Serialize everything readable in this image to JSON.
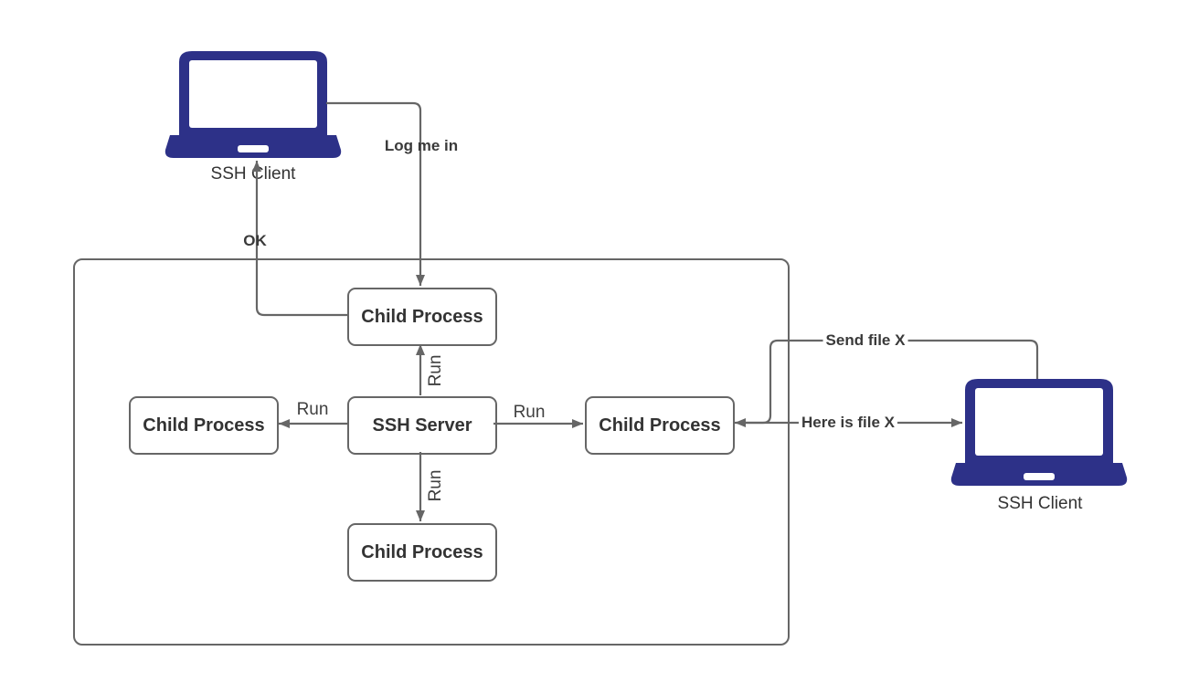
{
  "colors": {
    "laptop_fill": "#2d3188",
    "line": "#666666",
    "node_border": "#666666",
    "node_text": "#333333",
    "background": "#ffffff"
  },
  "icons": {
    "left_client": "laptop-icon",
    "right_client": "laptop-icon"
  },
  "nodes": {
    "child_top": {
      "label": "Child Process"
    },
    "child_left": {
      "label": "Child Process"
    },
    "child_right": {
      "label": "Child Process"
    },
    "child_bottom": {
      "label": "Child Process"
    },
    "server": {
      "label": "SSH Server"
    }
  },
  "clients": {
    "left": {
      "label": "SSH Client"
    },
    "right": {
      "label": "SSH Client"
    }
  },
  "edges": {
    "log_me_in": {
      "label": "Log me in"
    },
    "ok": {
      "label": "OK"
    },
    "run_up": {
      "label": "Run"
    },
    "run_down": {
      "label": "Run"
    },
    "run_left": {
      "label": "Run"
    },
    "run_right": {
      "label": "Run"
    },
    "send_file": {
      "label": "Send file X"
    },
    "here_is_file": {
      "label": "Here is file X"
    }
  }
}
